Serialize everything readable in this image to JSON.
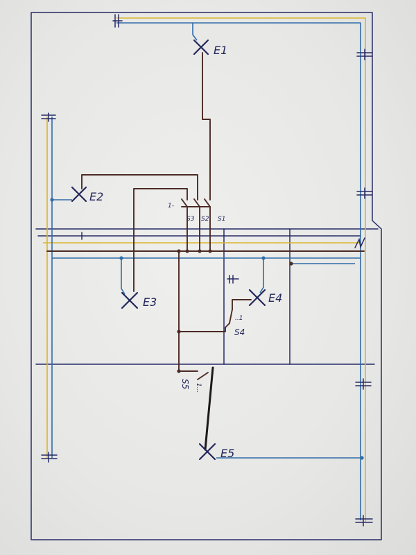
{
  "colors": {
    "paper": "#ebebe9",
    "ink": "#262a66",
    "earth": "#d9b52a",
    "neutral": "#2f6ca8",
    "phase": "#4b2a24"
  },
  "lamps": {
    "e1": "E1",
    "e2": "E2",
    "e3": "E3",
    "e4": "E4",
    "e5": "E5"
  },
  "switches": {
    "s1": "S1",
    "s2": "S2",
    "s3": "S3",
    "s4": "S4",
    "s5": "S5"
  },
  "marks": {
    "switch_bank": "1-",
    "s4": "..1",
    "s5": "1..."
  }
}
